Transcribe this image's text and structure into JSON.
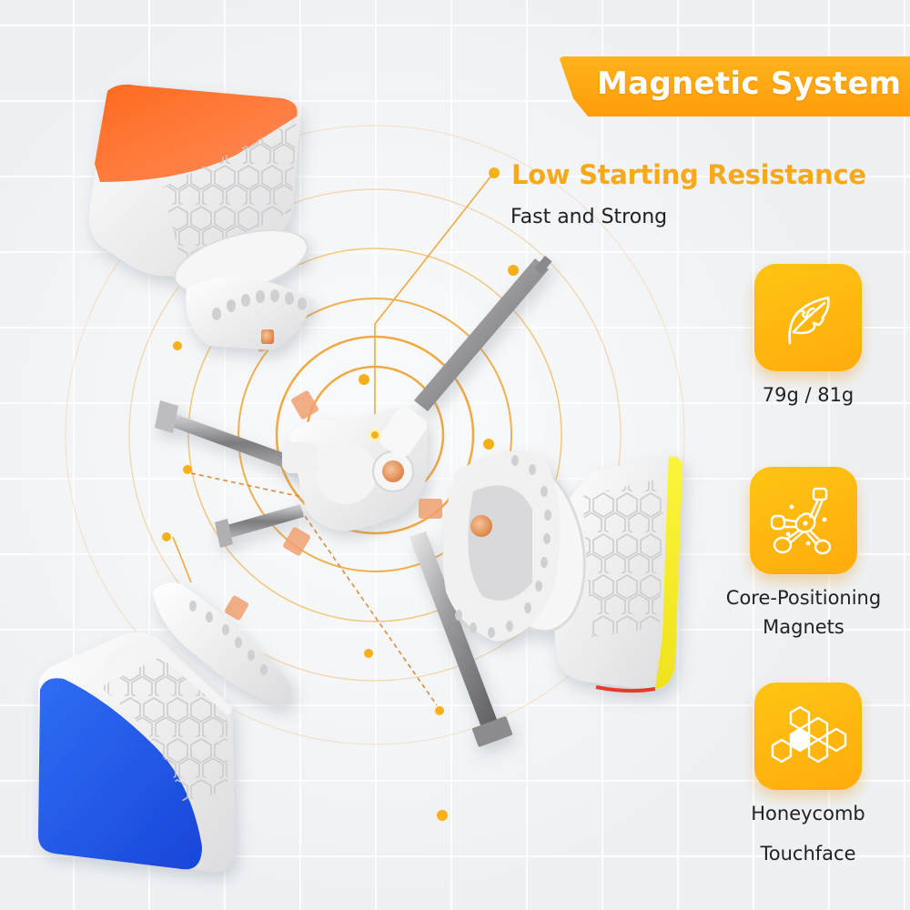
{
  "banner": {
    "title": "Magnetic System"
  },
  "headline": {
    "title": "Low Starting Resistance",
    "subtitle": "Fast and Strong"
  },
  "features": [
    {
      "icon": "feather-icon",
      "label": "79g / 81g"
    },
    {
      "icon": "magnet-core-icon",
      "label_line1": "Core-Positioning",
      "label_line2": "Magnets"
    },
    {
      "icon": "honeycomb-icon",
      "label_line1": "Honeycomb",
      "label_line2": "Touchface"
    }
  ],
  "colors": {
    "accent": "#ffb21c",
    "headline": "#f5a91b",
    "tile_top": "#ffc414",
    "tile_bottom": "#ffac0c",
    "piece_orange": "#ff7a3a",
    "piece_blue": "#1e56e8",
    "piece_yellow": "#f7f02a",
    "magnet_copper": "#e8955a",
    "background": "#eef1f4"
  }
}
